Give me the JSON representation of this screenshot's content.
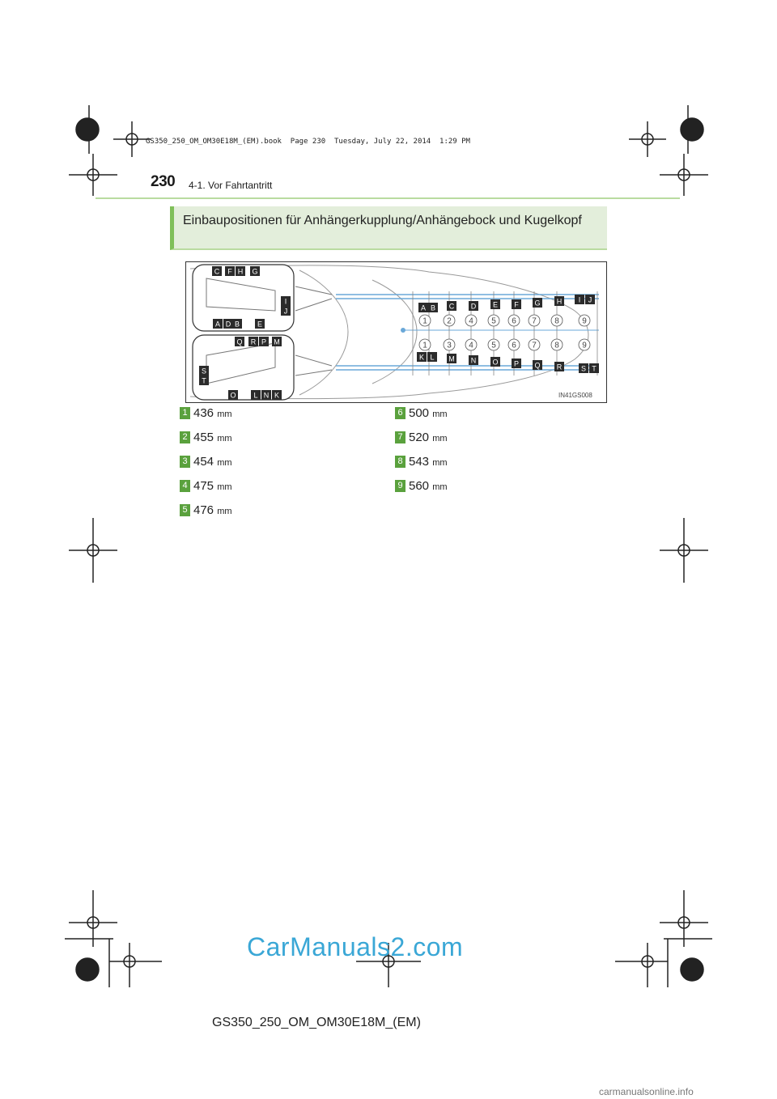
{
  "header": {
    "page_number": "230",
    "section": "4-1. Vor Fahrtantritt",
    "book_info": "GS350_250_OM_OM30E18M_(EM).book  Page 230  Tuesday, July 22, 2014  1:29 PM"
  },
  "heading": "Einbaupositionen für Anhängerkupplung/Anhängebock und Kugelkopf",
  "figure": {
    "code": "IN41GS008",
    "upper_inset_labels": [
      "C",
      "F",
      "H",
      "G",
      "I",
      "J",
      "A",
      "D",
      "B",
      "E"
    ],
    "lower_inset_labels": [
      "Q",
      "R",
      "P",
      "M",
      "S",
      "T",
      "O",
      "L",
      "N",
      "K"
    ],
    "top_row_letters": [
      "A",
      "B",
      "C",
      "D",
      "E",
      "F",
      "G",
      "H",
      "I",
      "J"
    ],
    "top_row_numbers": [
      "1",
      "2",
      "4",
      "5",
      "6",
      "7",
      "8",
      "9"
    ],
    "bottom_row_numbers": [
      "1",
      "3",
      "4",
      "5",
      "6",
      "7",
      "8",
      "9"
    ],
    "bottom_row_letters": [
      "K",
      "L",
      "M",
      "N",
      "O",
      "P",
      "Q",
      "R",
      "S",
      "T"
    ]
  },
  "unit": "mm",
  "measurements": [
    {
      "num": "1",
      "value": "436"
    },
    {
      "num": "2",
      "value": "455"
    },
    {
      "num": "3",
      "value": "454"
    },
    {
      "num": "4",
      "value": "475"
    },
    {
      "num": "5",
      "value": "476"
    },
    {
      "num": "6",
      "value": "500"
    },
    {
      "num": "7",
      "value": "520"
    },
    {
      "num": "8",
      "value": "543"
    },
    {
      "num": "9",
      "value": "560"
    }
  ],
  "footer": "GS350_250_OM_OM30E18M_(EM)",
  "watermark": "CarManuals2.com",
  "watermark_bottom": "carmanualsonline.info",
  "colors": {
    "accent_green": "#5aa13d",
    "heading_bg": "#e3eedb",
    "rule": "#b9dba0"
  }
}
